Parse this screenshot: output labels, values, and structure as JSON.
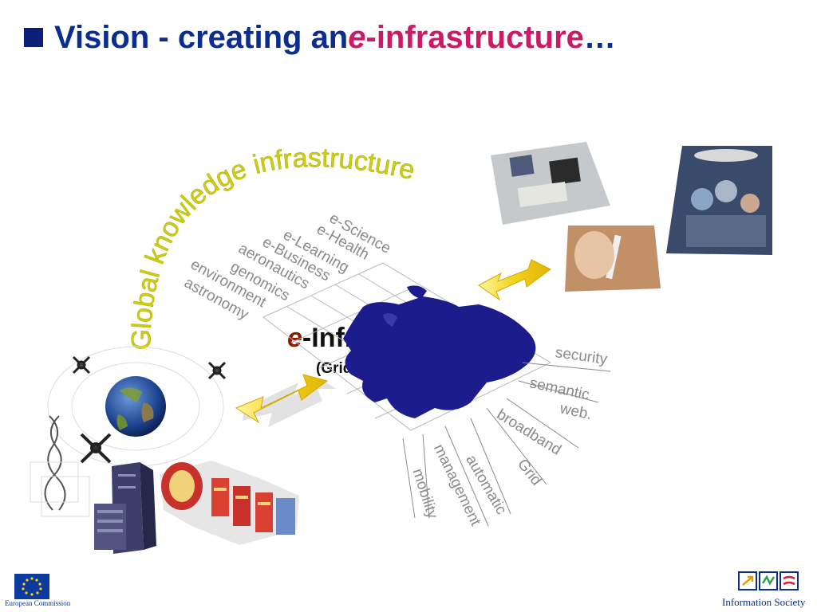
{
  "title": {
    "prefix": "Vision - creating an ",
    "accent_italic": "e",
    "accent_rest": "-infrastructure",
    "suffix": "…"
  },
  "arc_label": "Global knowledge infrastructure",
  "applications": [
    "e-Science",
    "e-Health",
    "e-Learning",
    "e-Business",
    "aeronautics",
    "genomics",
    "environment",
    "astronomy"
  ],
  "center": {
    "e": "e",
    "rest": "-Infrastructure",
    "sub": "(Grids empowered)"
  },
  "features": [
    "security",
    "semantic",
    "web.",
    "broadband",
    "Grid",
    "automatic",
    "management",
    "mobility"
  ],
  "footer": {
    "left_logo_text": "European Commission",
    "right_logo_text": "Information Society"
  },
  "colors": {
    "title": "#0a2d8f",
    "accent": "#cc1a66",
    "arc": "#cccc1a",
    "map": "#1c1c8c",
    "arrow": "#f2d21a",
    "label_grey": "#8a8a8a"
  }
}
